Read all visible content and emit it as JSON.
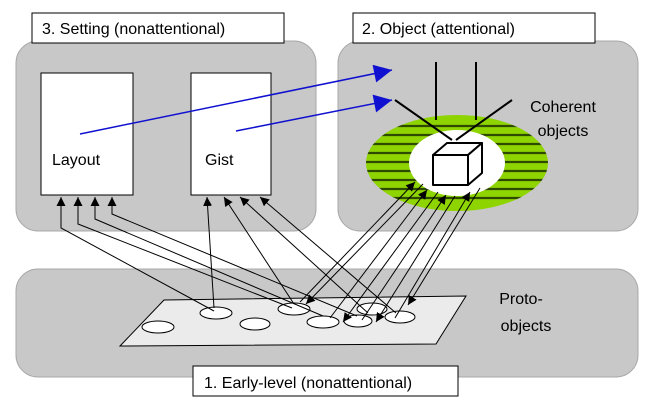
{
  "titles": {
    "setting": "3. Setting (nonattentional)",
    "object": "2. Object (attentional)",
    "early": "1. Early-level (nonattentional)"
  },
  "boxes": {
    "layout": "Layout",
    "gist": "Gist"
  },
  "side_labels": {
    "coherent_line1": "Coherent",
    "coherent_line2": "objects",
    "proto_line1": "Proto-",
    "proto_line2": "objects"
  },
  "colors": {
    "panel": "#c8c8c8",
    "halo": "#8ed400",
    "blue_arrow": "#1010d0",
    "box_fill": "#ffffff"
  }
}
